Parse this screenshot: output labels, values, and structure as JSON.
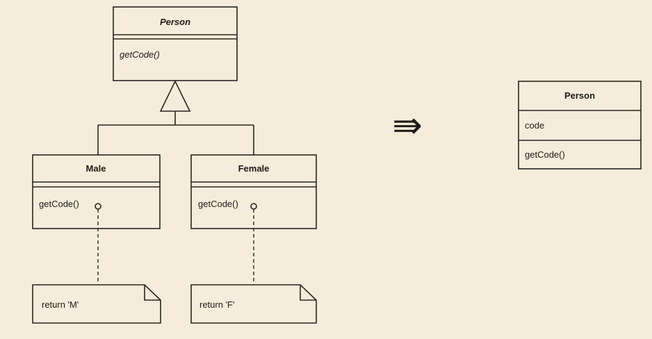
{
  "left": {
    "superclass": {
      "name": "Person",
      "method": "getCode()"
    },
    "subclasses": [
      {
        "name": "Male",
        "method": "getCode()",
        "note": "return 'M'"
      },
      {
        "name": "Female",
        "method": "getCode()",
        "note": "return 'F'"
      }
    ]
  },
  "arrow": "⇛",
  "right": {
    "class": {
      "name": "Person",
      "field": "code",
      "method": "getCode()"
    }
  }
}
